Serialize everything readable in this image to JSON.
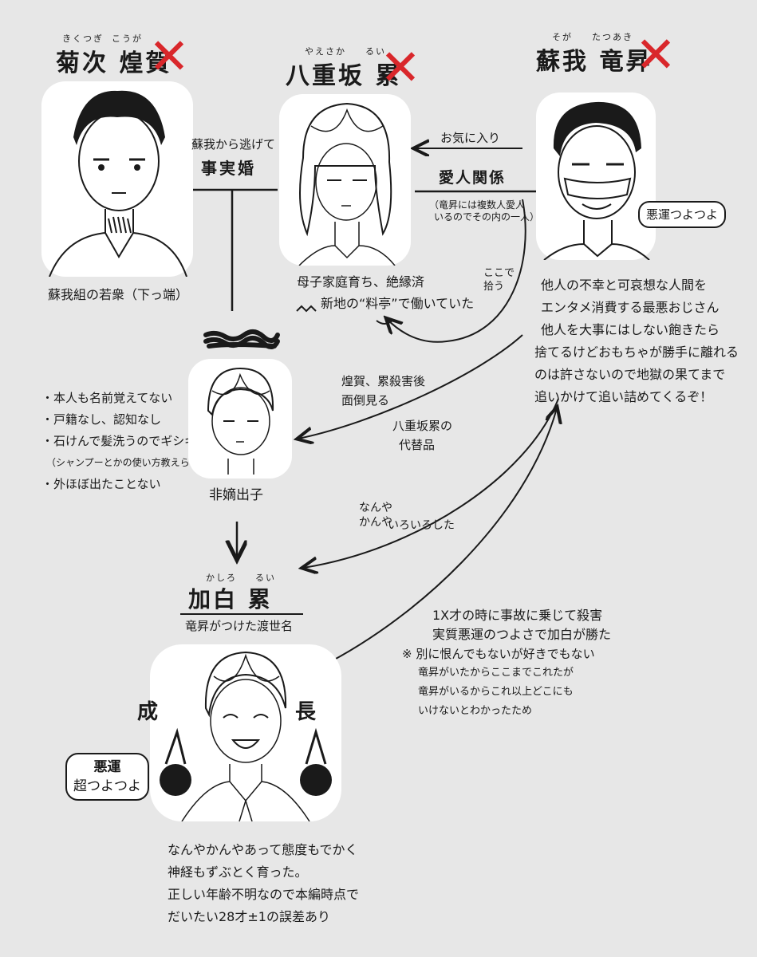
{
  "characters": {
    "kikutsugi": {
      "ruby_surname": "きくつぎ",
      "ruby_given": "こうが",
      "name": "菊次 煌賀",
      "caption": "蘇我組の若衆（下っ端）"
    },
    "yaesaka": {
      "ruby_surname": "やえさか",
      "ruby_given": "るい",
      "name": "八重坂 累",
      "caption_lines": [
        "母子家庭育ち、絶縁済",
        "新地の“料亭”で働いていた"
      ]
    },
    "soga": {
      "ruby_surname": "そが",
      "ruby_given": "たつあき",
      "name": "蘇我 竜昇",
      "badge": "悪運つよつよ",
      "description_lines": [
        "他人の不幸と可哀想な人間を",
        "エンタメ消費する最悪おじさん",
        "他人を大事にはしない飽きたら",
        "捨てるけどおもちゃが勝手に離れる",
        "のは許さないので地獄の果てまで",
        "追いかけて追い詰めてくるぞ！"
      ]
    },
    "child": {
      "caption": "非嫡出子",
      "notes": [
        "・本人も名前覚えてない",
        "・戸籍なし、認知なし",
        "・石けんで髪洗うのでギシギシ",
        "（シャンプーとかの使い方教えられてない）",
        "・外ほぼ出たことない"
      ]
    },
    "kashiro": {
      "ruby_surname": "かしろ",
      "ruby_given": "るい",
      "name": "加白 累",
      "caption": "竜昇がつけた渡世名",
      "badge_lines": [
        "悪運",
        "超つよつよ"
      ],
      "growth_left": "成",
      "growth_right": "長",
      "bottom_lines": [
        "なんやかんやあって態度もでかく",
        "神経もずぶとく育った。",
        "正しい年齢不明なので本編時点で",
        "だいたい28才±1の誤差あり"
      ]
    }
  },
  "relations": {
    "marriage_pre": "蘇我から逃げて",
    "marriage": "事実婚",
    "favorite": "お気に入り",
    "lover": "愛人関係",
    "lover_note_lines": [
      "（竜昇には複数人愛人",
      "いるのでその内の一人）"
    ],
    "pickup_lines": [
      "ここで",
      "拾う"
    ],
    "after_murder_lines": [
      "煌賀、累殺害後",
      "面倒見る"
    ],
    "substitute_lines": [
      "八重坂累の",
      "代替品"
    ],
    "various_lines": [
      "なんや",
      "かんや",
      "いろいろした"
    ],
    "murder_lines": [
      "1X才の時に事故に乗じて殺害",
      "実質悪運のつよさで加白が勝た",
      "※ 別に恨んでもないが好きでもない",
      "竜昇がいたからここまでこれたが",
      "竜昇がいるからこれ以上どこにも",
      "いけないとわかったため"
    ]
  },
  "icons": {
    "cross_mark": "✕",
    "arrow_down": "↓",
    "pointer_mark": "⌒⌒"
  },
  "colors": {
    "background": "#e7e7e7",
    "ink": "#1a1a1a",
    "cross": "#d9272b"
  }
}
